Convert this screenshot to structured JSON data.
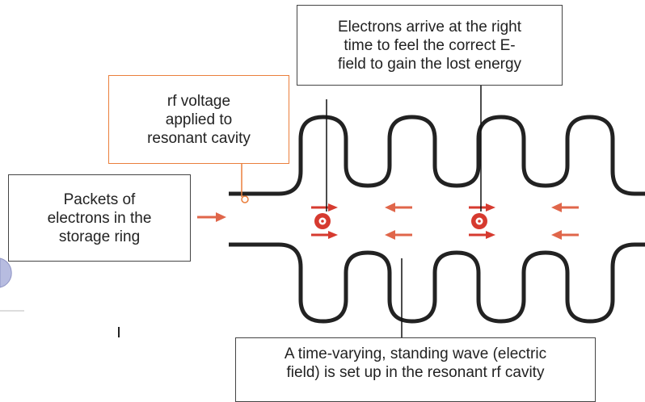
{
  "callouts": {
    "arrive": "Electrons arrive at the right\ntime to feel the correct E-\nfield to gain the lost energy",
    "rf": "rf voltage\napplied to\nresonant cavity",
    "packets": "Packets of\nelectrons in the\nstorage ring",
    "wave": "A time-varying, standing wave (electric\nfield) is set up in the resonant rf cavity"
  },
  "colors": {
    "cavity_wall": "#222222",
    "field_arrow": "#e0664a",
    "electron_packet": "#d63a2f",
    "orange_border": "#ea7f3c",
    "leader_line": "#111111"
  }
}
